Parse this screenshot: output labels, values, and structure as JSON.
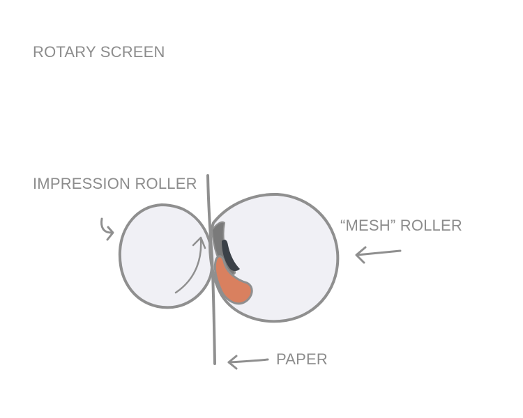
{
  "diagram": {
    "title": "ROTARY SCREEN",
    "labels": {
      "impression_roller": "IMPRESSION ROLLER",
      "mesh_roller": "“MESH” ROLLER",
      "paper": "PAPER"
    },
    "colors": {
      "outline": "#8f8f8f",
      "roller_fill": "#f0f0f5",
      "ink": "#d9805f",
      "ink_dark": "#3b4148",
      "squeegee": "#6e6e6e",
      "label_text": "#8c8c8c"
    }
  }
}
